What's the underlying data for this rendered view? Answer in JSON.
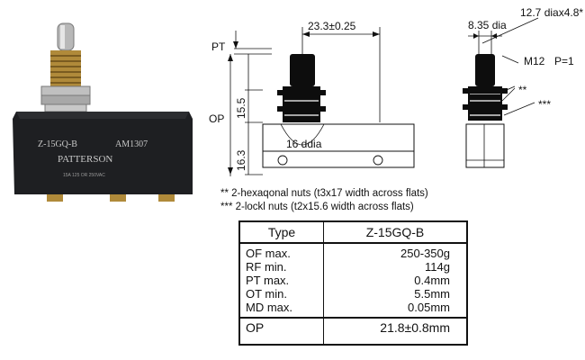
{
  "photo": {
    "model": "Z-15GQ-B",
    "part": "AM1307",
    "brand": "PATTERSON",
    "rating": "15A 125 OR 250VAC"
  },
  "drawing": {
    "pt": "PT",
    "op": "OP",
    "width_dim": "23.3±0.25",
    "dim_15_5": "15.5",
    "dim_16_3": "16.3",
    "roller": "16 ddia",
    "cap_dia": "12.7 diax4.8*",
    "plunger_dia": "8.35 dia",
    "thread": "M12",
    "pitch": "P=1",
    "hex_mark": "**",
    "lock_mark": "***"
  },
  "notes": {
    "hex": "** 2-hexaqonal nuts (t3x17 width across flats)",
    "lock": "*** 2-lockl nuts (t2x15.6 width across flats)"
  },
  "spec": {
    "type_label": "Type",
    "type_value": "Z-15GQ-B",
    "keys": [
      "OF max.",
      "RF min.",
      "PT max.",
      "OT min.",
      "MD max."
    ],
    "values": [
      "250-350g",
      "114g",
      "0.4mm",
      "5.5mm",
      "0.05mm"
    ],
    "op_label": "OP",
    "op_value": "21.8±0.8mm"
  }
}
